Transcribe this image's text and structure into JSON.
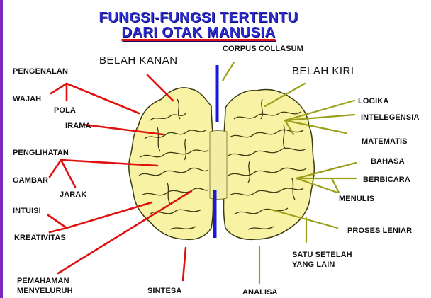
{
  "title": {
    "line1": "FUNGSI-FUNGSI TERTENTU",
    "line2": "DARI OTAK MANUSIA"
  },
  "colors": {
    "title": "#2b2bd0",
    "right_hemisphere_lines": "#e01010",
    "left_hemisphere_lines": "#9aa01a",
    "divider": "#1a1ad8",
    "brain_fill": "#f7f2a4",
    "brain_outline": "#3a3a10"
  },
  "hemispheres": {
    "right": "BELAH KANAN",
    "left": "BELAH KIRI",
    "middle": "CORPUS COLLASUM"
  },
  "right_labels": {
    "pengenalan": "PENGENALAN",
    "wajah": "WAJAH",
    "pola": "POLA",
    "irama": "IRAMA",
    "penglihatan": "PENGLIHATAN",
    "gambar": "GAMBAR",
    "jarak": "JARAK",
    "intuisi": "INTUISI",
    "kreativitas": "KREATIVITAS",
    "pemahaman1": "PEMAHAMAN",
    "pemahaman2": "MENYELURUH",
    "sintesa": "SINTESA"
  },
  "left_labels": {
    "logika": "LOGIKA",
    "intelegensia": "INTELEGENSIA",
    "matematis": "MATEMATIS",
    "bahasa": "BAHASA",
    "berbicara": "BERBICARA",
    "menulis": "MENULIS",
    "proses": "PROSES LENIAR",
    "satu1": "SATU SETELAH",
    "satu2": "YANG LAIN",
    "analisa": "ANALISA"
  }
}
